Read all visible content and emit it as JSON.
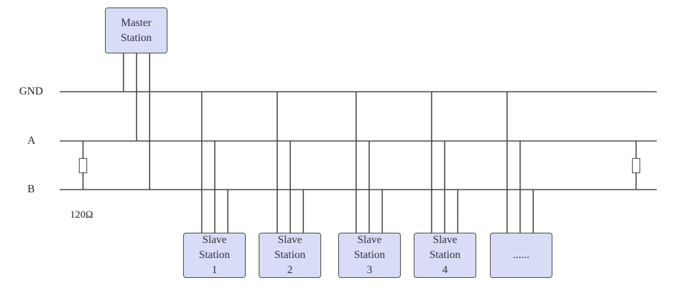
{
  "bus_labels": {
    "gnd": "GND",
    "a": "A",
    "b": "B"
  },
  "resistor_label": "120Ω",
  "master": {
    "line1": "Master",
    "line2": "Station"
  },
  "slaves": [
    {
      "line1": "Slave",
      "line2": "Station",
      "line3": "1"
    },
    {
      "line1": "Slave",
      "line2": "Station",
      "line3": "2"
    },
    {
      "line1": "Slave",
      "line2": "Station",
      "line3": "3"
    },
    {
      "line1": "Slave",
      "line2": "Station",
      "line3": "4"
    },
    {
      "line1": "......",
      "line2": "",
      "line3": ""
    }
  ],
  "colors": {
    "box_fill": "#d9dcf7",
    "line": "#444444"
  }
}
